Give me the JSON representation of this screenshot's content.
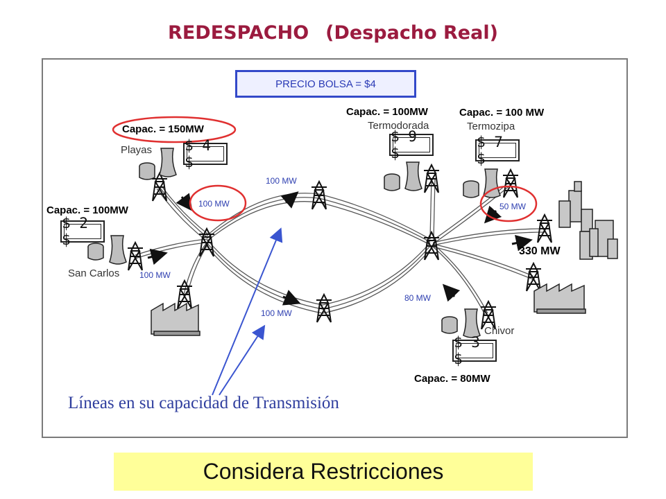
{
  "title": {
    "main": "REDESPACHO",
    "sub": "(Despacho Real)"
  },
  "precio_bolsa": "PRECIO BOLSA = $4",
  "plants": [
    {
      "name": "Playas",
      "capacity": "Capac. = 150MW",
      "price": "$ 4 $"
    },
    {
      "name": "San Carlos",
      "capacity": "Capac. = 100MW",
      "price": "$ 2 $"
    },
    {
      "name": "Termodorada",
      "capacity": "Capac. = 100MW",
      "price": "$ 9 $"
    },
    {
      "name": "Termozipa",
      "capacity": "Capac. = 100 MW",
      "price": "$ 7 $"
    },
    {
      "name": "Chivor",
      "capacity": "Capac. = 80MW",
      "price": "$ 3 $"
    }
  ],
  "flows": {
    "playas_line": "100 MW",
    "top_line": "100 MW",
    "sancarlos_line": "100 MW",
    "bottom_line": "100 MW",
    "termozipa_line": "50 MW",
    "chivor_line": "80 MW",
    "load": "330 MW"
  },
  "note": "Líneas en su capacidad de Transmisión",
  "footer": "Considera Restricciones",
  "colors": {
    "title": "#9b1b3f",
    "highlight": "#e03030",
    "label_blue": "#2e3fb0",
    "footer_bg": "#ffff99"
  }
}
